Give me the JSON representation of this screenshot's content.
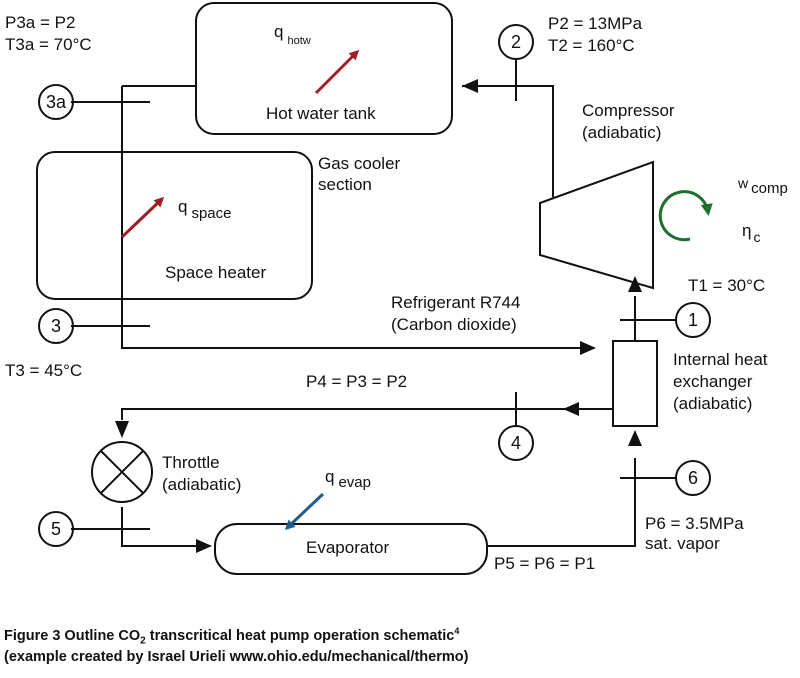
{
  "labels": {
    "p3a": "P3a = P2",
    "t3a": "T3a = 70°C",
    "p2": "P2 = 13MPa",
    "t2": "T2 = 160°C",
    "q_hotw_base": "q",
    "q_hotw_sub": "hotw",
    "hot_water_tank": "Hot water tank",
    "compressor": "Compressor",
    "compressor_note": "(adiabatic)",
    "gas_cooler_1": "Gas cooler",
    "gas_cooler_2": "section",
    "q_space_base": "q",
    "q_space_sub": "space",
    "space_heater": "Space heater",
    "w_comp_base": "w",
    "w_comp_sub": "comp",
    "eta_c_base": "η",
    "eta_c_sub": "c",
    "t1": "T1 = 30°C",
    "refrigerant_1": "Refrigerant R744",
    "refrigerant_2": "(Carbon dioxide)",
    "t3": "T3 = 45°C",
    "ihx_1": "Internal heat",
    "ihx_2": "exchanger",
    "ihx_3": "(adiabatic)",
    "p4": "P4 = P3 = P2",
    "throttle_1": "Throttle",
    "throttle_2": "(adiabatic)",
    "q_evap_base": "q",
    "q_evap_sub": "evap",
    "evaporator": "Evaporator",
    "p6": "P6 = 3.5MPa",
    "sat_vapor": "sat. vapor",
    "p5": "P5 = P6 = P1"
  },
  "state_points": {
    "s1": "1",
    "s2": "2",
    "s3": "3",
    "s3a": "3a",
    "s4": "4",
    "s5": "5",
    "s6": "6"
  },
  "caption": {
    "line1_a": "Figure 3 Outline CO",
    "line1_sub": "2",
    "line1_b": " transcritical heat pump operation schematic",
    "line1_sup": "4",
    "line2": "(example created by Israel Urieli www.ohio.edu/mechanical/thermo)"
  },
  "colors": {
    "line": "#111111",
    "heat_arrow": "#a01e23",
    "evap_arrow": "#1f5e8c",
    "work_arrow": "#1e6e2e"
  }
}
